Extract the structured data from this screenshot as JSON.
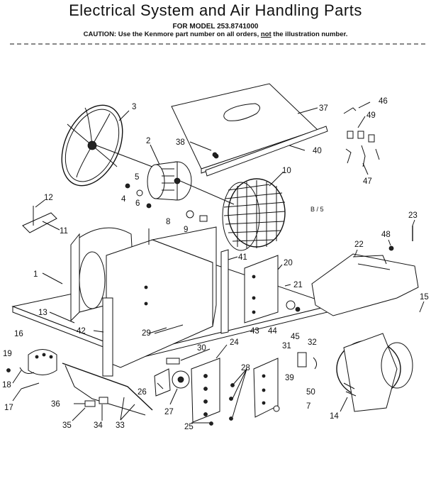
{
  "header": {
    "title": "Electrical System and Air Handling Parts",
    "model": "FOR MODEL 253.8741000",
    "caution_prefix": "CAUTION: Use the Kenmore part number on all orders, ",
    "caution_emph": "not",
    "caution_suffix": " the illustration number."
  },
  "diagram": {
    "callouts": {
      "c1": "1",
      "c2": "2",
      "c3": "3",
      "c4": "4",
      "c5": "5",
      "c6": "6",
      "c8": "8",
      "c9": "9",
      "c10": "10",
      "c11": "11",
      "c12": "12",
      "c13": "13",
      "c14": "14",
      "c15": "15",
      "c16": "16",
      "c17": "17",
      "c18": "18",
      "c19": "19",
      "c20": "20",
      "c21": "21",
      "c22": "22",
      "c23": "23",
      "c24": "24",
      "c25": "25",
      "c26": "26",
      "c27": "27",
      "c28": "28",
      "c29": "29",
      "c30": "30",
      "c31": "31",
      "c32": "32",
      "c33": "33",
      "c34": "34",
      "c35": "35",
      "c36": "36",
      "c37": "37",
      "c38": "38",
      "c39": "39",
      "c40": "40",
      "c41": "41",
      "c42": "42",
      "c43": "43",
      "c44": "44",
      "c45": "45",
      "c46": "46",
      "c47": "47",
      "c48": "48",
      "c49": "49",
      "c50": "50",
      "c7": "7"
    },
    "page_ref": "B / 5"
  }
}
